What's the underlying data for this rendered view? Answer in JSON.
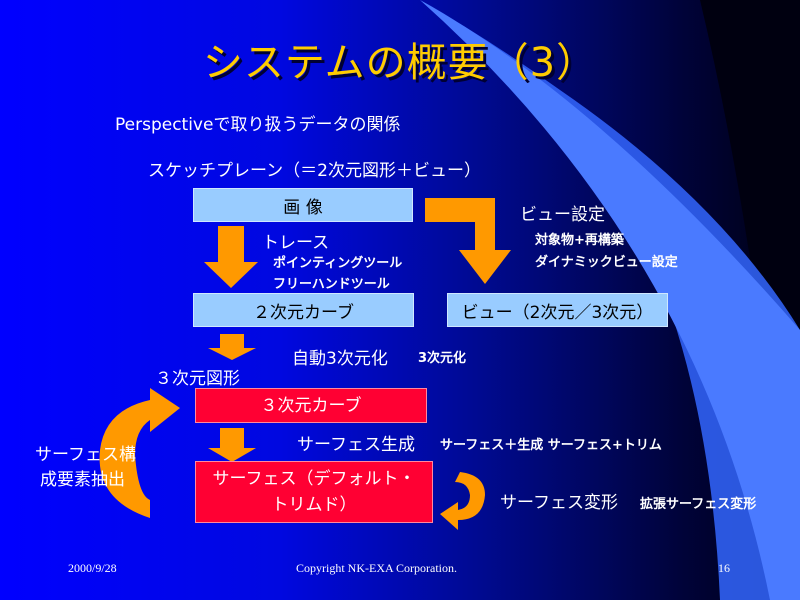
{
  "title": "システムの概要（3）",
  "subtitle": "Perspectiveで取り扱うデータの関係",
  "sketch_plane": "スケッチプレーン（＝2次元図形＋ビュー）",
  "boxes": {
    "image": "画 像",
    "curve2d": "２次元カーブ",
    "view": "ビュー（2次元／3次元）",
    "curve3d": "３次元カーブ",
    "surface_line1": "サーフェス（デフォルト・",
    "surface_line2": "トリムド）"
  },
  "labels": {
    "trace": "トレース",
    "pointing_tool": "ポインティングツール",
    "freehand_tool": "フリーハンドツール",
    "view_setting": "ビュー設定",
    "object_rebuild": "対象物+再構築",
    "dynamic_view": "ダイナミックビュー設定",
    "auto3d": "自動3次元化",
    "auto3d_sub": "3次元化",
    "shape3d": "３次元図形",
    "surface_gen": "サーフェス生成",
    "surface_gen_sub": "サーフェス＋生成  サーフェス+トリム",
    "extract_line1": "サーフェス構",
    "extract_line2": "成要素抽出",
    "surface_deform": "サーフェス変形",
    "surface_deform_sub": "拡張サーフェス変形"
  },
  "footer": {
    "date": "2000/9/28",
    "copyright": "Copyright NK-EXA Corporation.",
    "page": "16"
  },
  "colors": {
    "title": "#ffcc00",
    "arrow": "#ff9900",
    "box_light": "#99ccff",
    "box_red": "#ff0033"
  }
}
